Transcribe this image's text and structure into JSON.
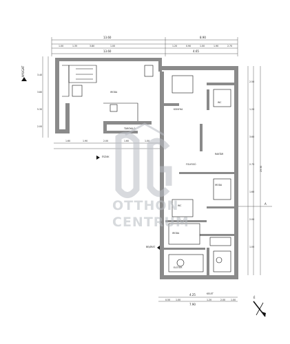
{
  "dimensions": {
    "top": [
      "13.60",
      "8.90",
      "13.60",
      "4.65"
    ],
    "top_detail": [
      "1.00",
      "1.35",
      "3.80",
      "1.00",
      "1.20",
      "0.90",
      "1.00",
      "1.90",
      "2.70"
    ],
    "bottom": [
      "4.25",
      "7.90"
    ],
    "bottom_detail": [
      "0.50",
      "1.00",
      "1.20",
      "2.00",
      "1.00"
    ],
    "left": [
      "3.40",
      "3.80",
      "5.30",
      "2.00"
    ],
    "right": [
      "23.30",
      "2.50",
      "1.20",
      "3.60",
      "2.75",
      "1.60",
      "2.00",
      "1.00"
    ],
    "bottom_left": [
      "1.60",
      "1.90",
      "2.00",
      "1.60",
      "1.00"
    ]
  },
  "orientation": {
    "west_label": "NYUGAT",
    "north_label": "ÉSZAK",
    "east_label": "KELET",
    "compass_letter": "É"
  },
  "markers": {
    "section_a": "A",
    "entrance_label": "BEJÁRAT"
  },
  "rooms": [
    {
      "id": "r1",
      "label": "IRODA"
    },
    {
      "id": "r2",
      "label": "TÁRGYALÓ"
    },
    {
      "id": "r3",
      "label": "KONYHA"
    },
    {
      "id": "r4",
      "label": "WC"
    },
    {
      "id": "r5",
      "label": "FOLYOSÓ"
    },
    {
      "id": "r6",
      "label": "RAKTÁR"
    },
    {
      "id": "r7",
      "label": "IRODA"
    },
    {
      "id": "r8",
      "label": "WC"
    },
    {
      "id": "r9",
      "label": "IRODA"
    },
    {
      "id": "r10",
      "label": "ELŐTÉR"
    }
  ],
  "watermark": {
    "line1": "OTTHON",
    "line2": "CENTRUM",
    "color": "#b8bcc2"
  }
}
